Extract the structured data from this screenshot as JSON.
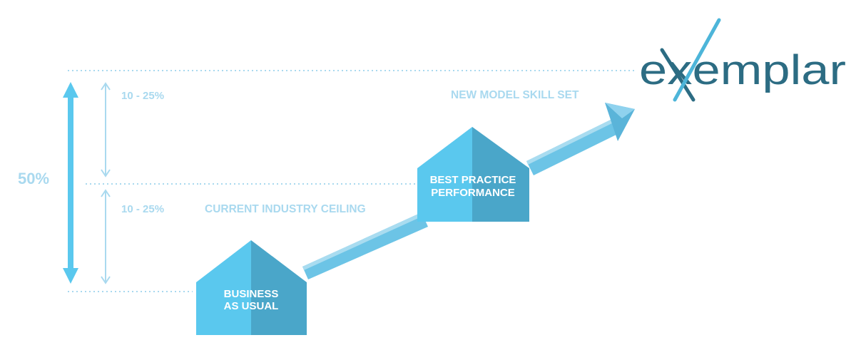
{
  "logo": {
    "text": "exemplar"
  },
  "labels": {
    "total_range": "50%",
    "upper_range": "10 - 25%",
    "lower_range": "10 - 25%",
    "current_ceiling": "CURRENT INDUSTRY CEILING",
    "new_model": "NEW MODEL SKILL SET"
  },
  "stages": [
    {
      "line1": "BUSINESS",
      "line2": "AS USUAL"
    },
    {
      "line1": "BEST PRACTICE",
      "line2": "PERFORMANCE"
    }
  ],
  "colors": {
    "light_blue": "#5ac8ee",
    "mid_blue": "#4aa6c9",
    "pale_blue": "#a9d9ef",
    "arrow_blue": "#6cc4e6",
    "logo_teal": "#2c6c83",
    "logo_cross": "#4db5d9"
  }
}
